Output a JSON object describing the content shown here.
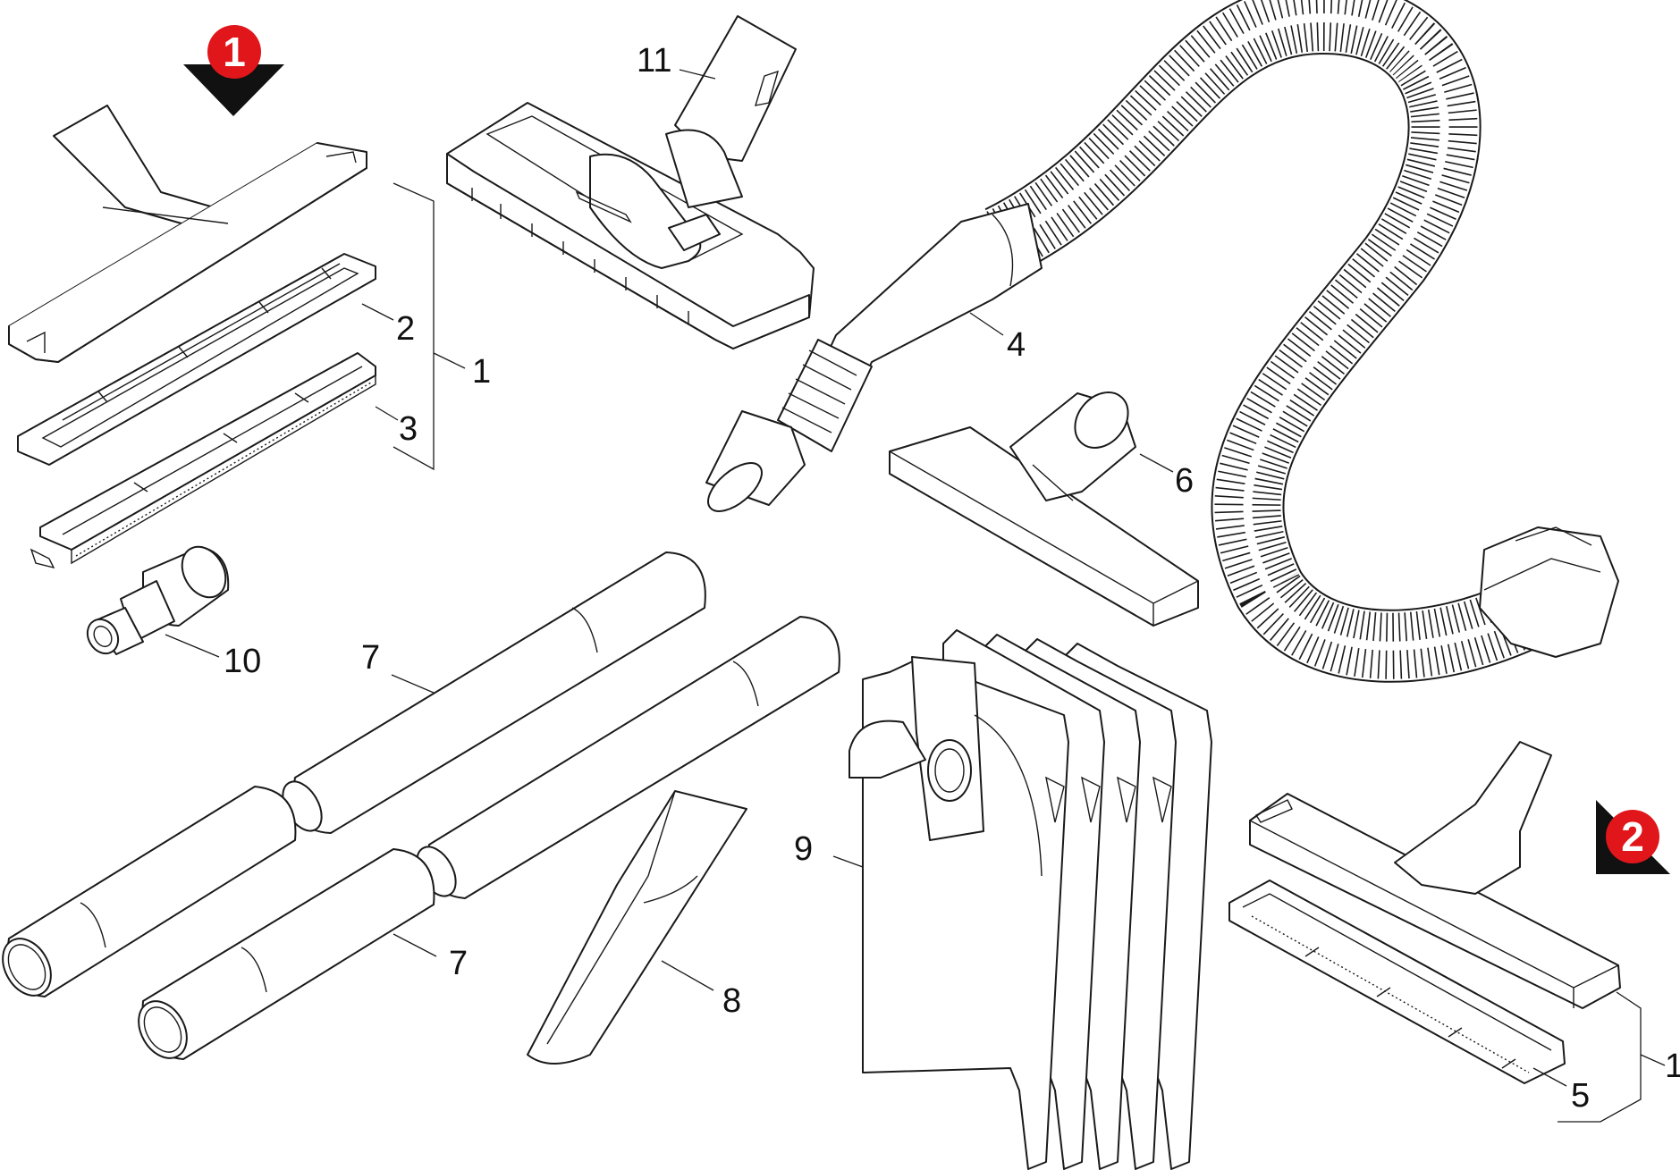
{
  "colors": {
    "line": "#1a1a1a",
    "marker_red": "#e0161b",
    "marker_shadow": "#111111",
    "background": "#ffffff"
  },
  "markers": {
    "first": "1",
    "second": "2"
  },
  "callouts": {
    "c1_top": "1",
    "c2": "2",
    "c3": "3",
    "c4": "4",
    "c5": "5",
    "c6": "6",
    "c7_upper": "7",
    "c7_lower": "7",
    "c8": "8",
    "c9": "9",
    "c10": "10",
    "c11": "11",
    "c1_bottom": "1"
  }
}
